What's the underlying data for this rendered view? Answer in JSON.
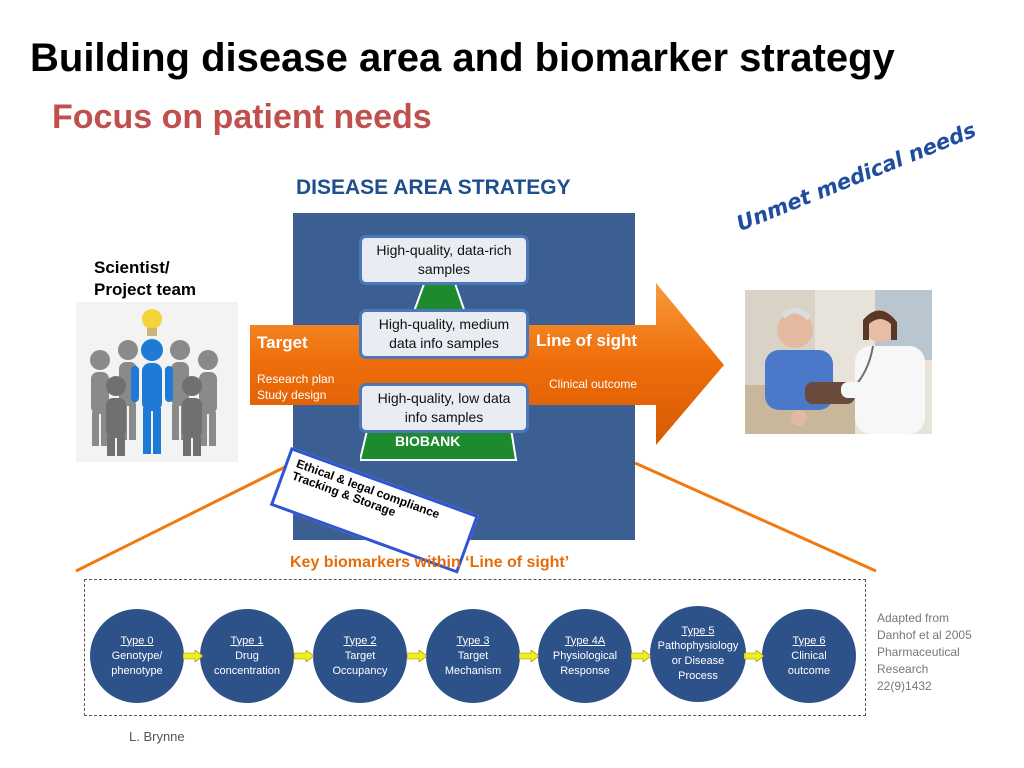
{
  "title": "Building disease area and biomarker strategy",
  "subtitle": "Focus on patient needs",
  "strategy_heading": "DISEASE AREA STRATEGY",
  "scientist_label_line1": "Scientist/",
  "scientist_label_line2": "Project team",
  "unmet_needs": "Unmet medical needs",
  "samples": [
    {
      "line1": "High-quality, data-rich",
      "line2": "samples"
    },
    {
      "line1": "High-quality, medium",
      "line2": "data info samples"
    },
    {
      "line1": "High-quality, low data",
      "line2": "info samples"
    }
  ],
  "biobank": "BIOBANK",
  "target": {
    "title": "Target",
    "line1": "Research plan",
    "line2": "Study design"
  },
  "line_of_sight": {
    "title": "Line of sight",
    "sub": "Clinical outcome"
  },
  "ethical": {
    "line1": "Ethical & legal compliance",
    "line2": "Tracking & Storage"
  },
  "key_biomarkers": "Key biomarkers within ‘Line of sight’",
  "biomarker_types": [
    {
      "type": "Type 0",
      "line1": "Genotype/",
      "line2": "phenotype",
      "line3": ""
    },
    {
      "type": "Type 1",
      "line1": "Drug",
      "line2": "concentration",
      "line3": ""
    },
    {
      "type": "Type 2",
      "line1": "Target",
      "line2": "Occupancy",
      "line3": ""
    },
    {
      "type": "Type 3",
      "line1": "Target",
      "line2": "Mechanism",
      "line3": ""
    },
    {
      "type": "Type 4A",
      "line1": "Physiological",
      "line2": "Response",
      "line3": ""
    },
    {
      "type": "Type 5",
      "line1": "Pathophysiology",
      "line2": "or Disease",
      "line3": "Process"
    },
    {
      "type": "Type 6",
      "line1": "Clinical",
      "line2": "outcome",
      "line3": ""
    }
  ],
  "adapted": {
    "line1": "Adapted from",
    "line2": "Danhof et al 2005",
    "line3": "Pharmaceutical",
    "line4": "Research",
    "line5": "22(9)1432"
  },
  "author": "L. Brynne",
  "colors": {
    "title": "#000000",
    "subtitle": "#c0504d",
    "panel": "#3b5f92",
    "arrow": "#f07a10",
    "pyramid": "#1e8a2e",
    "circle": "#2d528a",
    "chevron": "#f2ee1a",
    "heading": "#1f4e8c"
  }
}
